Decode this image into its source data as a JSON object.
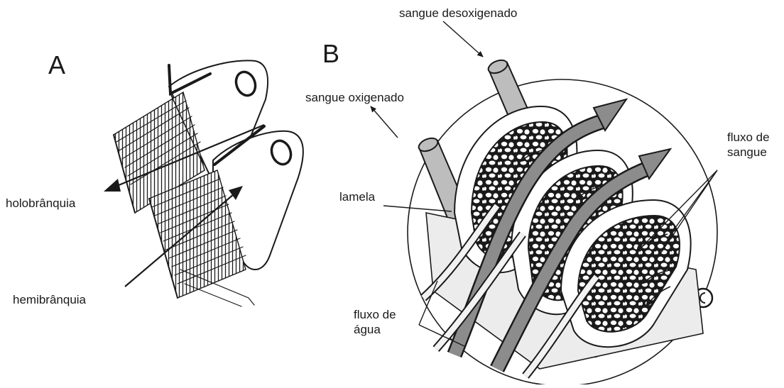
{
  "panels": {
    "a": "A",
    "b": "B"
  },
  "labels": {
    "holobranquia": "holobrânquia",
    "hemibranquia": "hemibrânquia",
    "sangue_desoxigenado": "sangue desoxigenado",
    "sangue_oxigenado": "sangue oxigenado",
    "lamela": "lamela",
    "fluxo_agua_line1": "fluxo de",
    "fluxo_agua_line2": "água",
    "fluxo_sangue_line1": "fluxo de",
    "fluxo_sangue_line2": "sangue"
  },
  "colors": {
    "ink": "#1a1a1a",
    "tube_fill": "#bdbdbd",
    "arrow_fill": "#8c8c8c",
    "background": "#ffffff"
  }
}
